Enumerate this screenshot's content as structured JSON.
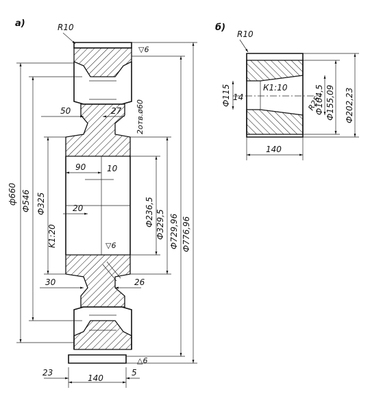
{
  "view_a": {
    "label": "a)",
    "dims": {
      "r10": "R10",
      "rough_top": "▽6",
      "d50": "50",
      "d27": "27",
      "holes": "2отв.ø60",
      "d90": "90",
      "d10": "10",
      "d20": "20",
      "taper": "K1:20",
      "d30": "30",
      "d26": "26",
      "rough_mid": "▽6",
      "rough_bot": "△6",
      "d23": "23",
      "d140": "140",
      "d5": "5",
      "phi660": "ф660",
      "phi546": "Ф546",
      "phi325": "Ф325",
      "phi2365": "Ф236,5",
      "phi3295": "Ф329,5",
      "phi72996": "Ф729,96",
      "phi77696": "Ф776,96"
    }
  },
  "view_b": {
    "label": "б)",
    "dims": {
      "r10": "R10",
      "phi115": "Ф115",
      "d14": "14",
      "taper": "К1:10",
      "r25": "R25",
      "phi1045": "Ф104,5",
      "phi15509": "Ф155,09",
      "phi20223": "Ф202,23",
      "d140": "140"
    }
  }
}
